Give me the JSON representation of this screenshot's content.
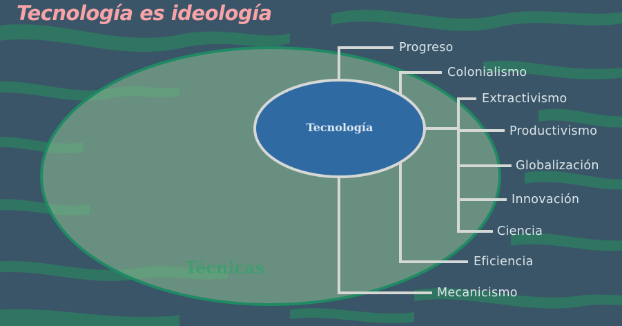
{
  "title": "Tecnología es ideología",
  "outer_set": {
    "label": "Técnicas"
  },
  "center": {
    "label": "Tecnología"
  },
  "branches": [
    {
      "label": "Progreso"
    },
    {
      "label": "Colonialismo"
    },
    {
      "label": "Extractivismo"
    },
    {
      "label": "Productivismo"
    },
    {
      "label": "Globalización"
    },
    {
      "label": "Innovación"
    },
    {
      "label": "Ciencia"
    },
    {
      "label": "Eficiencia"
    },
    {
      "label": "Mecanicismo"
    }
  ],
  "colors": {
    "background": "#3a5568",
    "stripes": "#2f7a62",
    "outer_fill": "#8fbf94",
    "outer_stroke": "#1f8a64",
    "center_fill": "#2f6aa3",
    "connector": "#d6d8d6",
    "title": "#f7a3a8",
    "tecnicas_text": "#3d9f6e"
  }
}
